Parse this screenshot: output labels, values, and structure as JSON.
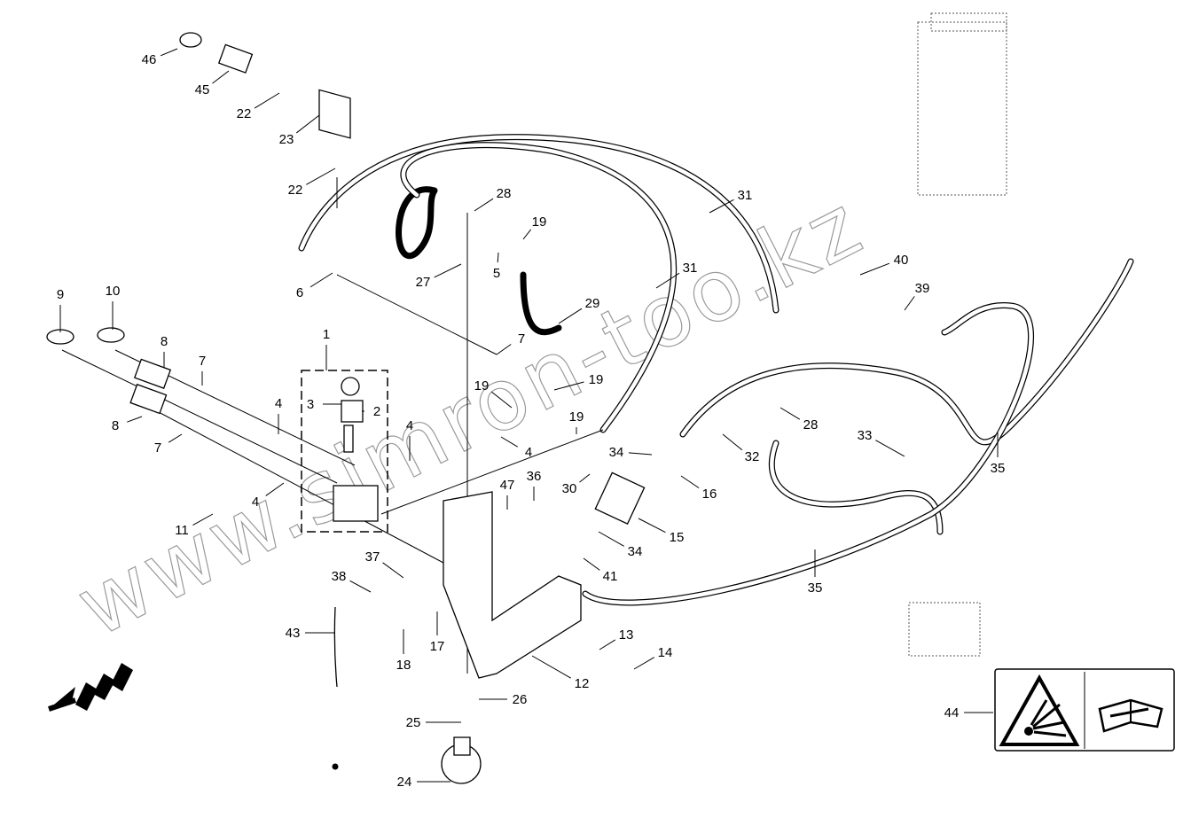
{
  "diagram": {
    "watermark": "www.simron-too.kz",
    "callouts": [
      "46",
      "45",
      "22",
      "23",
      "22",
      "28",
      "19",
      "31",
      "31",
      "6",
      "27",
      "5",
      "29",
      "7",
      "9",
      "10",
      "8",
      "7",
      "1",
      "3",
      "2",
      "4",
      "8",
      "7",
      "19",
      "19",
      "19",
      "4",
      "4",
      "4",
      "11",
      "30",
      "34",
      "36",
      "47",
      "16",
      "15",
      "32",
      "28",
      "40",
      "39",
      "33",
      "35",
      "35",
      "34",
      "41",
      "37",
      "38",
      "43",
      "18",
      "17",
      "13",
      "14",
      "12",
      "26",
      "25",
      "24",
      "44"
    ],
    "icons": [
      "explosion-warning-icon",
      "manual-wrench-book-icon",
      "direction-arrow-icon"
    ]
  }
}
